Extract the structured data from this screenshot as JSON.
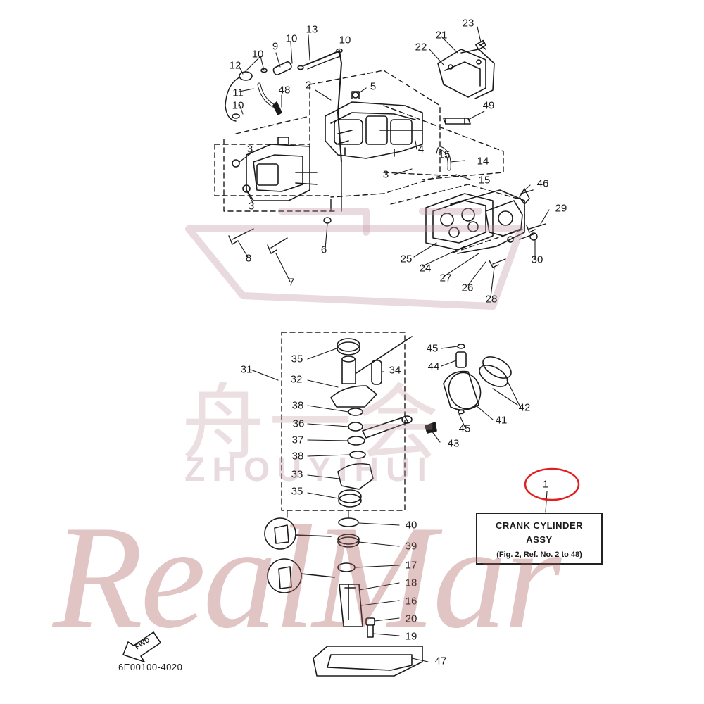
{
  "callouts": [
    {
      "id": "c23",
      "text": "23"
    },
    {
      "id": "c21",
      "text": "21"
    },
    {
      "id": "c22",
      "text": "22"
    },
    {
      "id": "c13",
      "text": "13"
    },
    {
      "id": "c10a",
      "text": "10"
    },
    {
      "id": "c9",
      "text": "9"
    },
    {
      "id": "c10b",
      "text": "10"
    },
    {
      "id": "c10c",
      "text": "10"
    },
    {
      "id": "c12",
      "text": "12"
    },
    {
      "id": "c11",
      "text": "11"
    },
    {
      "id": "c10d",
      "text": "10"
    },
    {
      "id": "c48",
      "text": "48"
    },
    {
      "id": "c2",
      "text": "2"
    },
    {
      "id": "c5",
      "text": "5"
    },
    {
      "id": "c49",
      "text": "49"
    },
    {
      "id": "c3a",
      "text": "3"
    },
    {
      "id": "c4",
      "text": "4"
    },
    {
      "id": "c15a",
      "text": "15"
    },
    {
      "id": "c14",
      "text": "14"
    },
    {
      "id": "c3b",
      "text": "3"
    },
    {
      "id": "c15b",
      "text": "15"
    },
    {
      "id": "c3c",
      "text": "3"
    },
    {
      "id": "c46",
      "text": "46"
    },
    {
      "id": "c29",
      "text": "29"
    },
    {
      "id": "c25",
      "text": "25"
    },
    {
      "id": "c24",
      "text": "24"
    },
    {
      "id": "c30",
      "text": "30"
    },
    {
      "id": "c27",
      "text": "27"
    },
    {
      "id": "c26",
      "text": "26"
    },
    {
      "id": "c28",
      "text": "28"
    },
    {
      "id": "c8",
      "text": "8"
    },
    {
      "id": "c6",
      "text": "6"
    },
    {
      "id": "c7",
      "text": "7"
    },
    {
      "id": "c35a",
      "text": "35"
    },
    {
      "id": "c31",
      "text": "31"
    },
    {
      "id": "c32",
      "text": "32"
    },
    {
      "id": "c34",
      "text": "34"
    },
    {
      "id": "c45a",
      "text": "45"
    },
    {
      "id": "c44",
      "text": "44"
    },
    {
      "id": "c42",
      "text": "42"
    },
    {
      "id": "c41",
      "text": "41"
    },
    {
      "id": "c45b",
      "text": "45"
    },
    {
      "id": "c38a",
      "text": "38"
    },
    {
      "id": "c36",
      "text": "36"
    },
    {
      "id": "c37",
      "text": "37"
    },
    {
      "id": "c43",
      "text": "43"
    },
    {
      "id": "c38b",
      "text": "38"
    },
    {
      "id": "c33",
      "text": "33"
    },
    {
      "id": "c35b",
      "text": "35"
    },
    {
      "id": "c1",
      "text": "1"
    },
    {
      "id": "c40",
      "text": "40"
    },
    {
      "id": "c39",
      "text": "39"
    },
    {
      "id": "c17",
      "text": "17"
    },
    {
      "id": "c18",
      "text": "18"
    },
    {
      "id": "c16",
      "text": "16"
    },
    {
      "id": "c20",
      "text": "20"
    },
    {
      "id": "c19",
      "text": "19"
    },
    {
      "id": "c47",
      "text": "47"
    }
  ],
  "caption": {
    "line1": "CRANK CYLINDER",
    "line2": "ASSY",
    "line3": "(Fig. 2, Ref. No. 2 to 48)"
  },
  "fwd_label": "FWD",
  "drawing_code": "6E00100-4020",
  "watermark": {
    "main": "RealMar",
    "chinese": "舟一会",
    "latin": "ZHOUYIHUI"
  },
  "colors": {
    "line": "#1a1a1a",
    "highlight_circle": "#e02020",
    "watermark_main": "#aa5a5a"
  }
}
